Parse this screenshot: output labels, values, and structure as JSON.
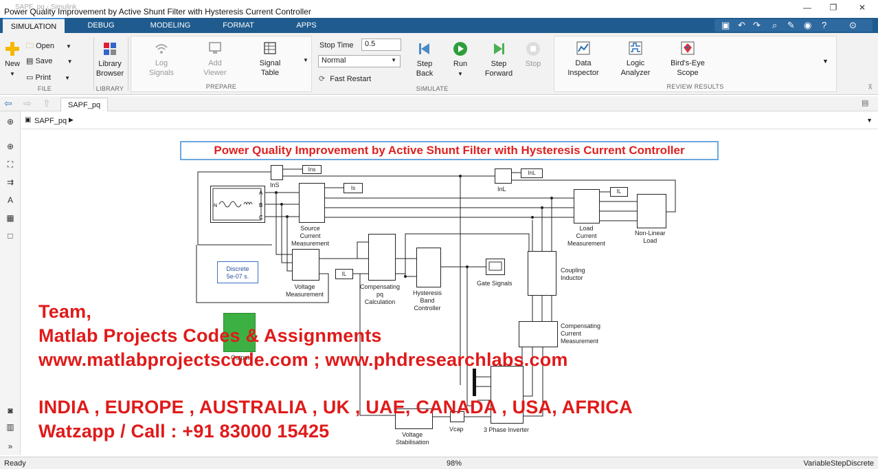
{
  "window": {
    "title": "Power Quality Improvement by Active Shunt Filter with Hysteresis Current Controller",
    "ghost_title": "SAPF_pq - Simulink"
  },
  "tabs": [
    {
      "label": "SIMULATION"
    },
    {
      "label": "DEBUG"
    },
    {
      "label": "MODELING"
    },
    {
      "label": "FORMAT"
    },
    {
      "label": "APPS"
    }
  ],
  "ribbon": {
    "file": {
      "label": "FILE",
      "new": "New",
      "open": "Open",
      "save": "Save",
      "print": "Print"
    },
    "library": {
      "label": "LIBRARY",
      "browser_l1": "Library",
      "browser_l2": "Browser"
    },
    "prepare": {
      "label": "PREPARE",
      "log_l1": "Log",
      "log_l2": "Signals",
      "add_l1": "Add",
      "add_l2": "Viewer",
      "sig_l1": "Signal",
      "sig_l2": "Table"
    },
    "simulate": {
      "label": "SIMULATE",
      "stop_time_label": "Stop Time",
      "stop_time_value": "0.5",
      "mode": "Normal",
      "fast_restart": "Fast Restart",
      "step_back_l1": "Step",
      "step_back_l2": "Back",
      "run": "Run",
      "step_fwd_l1": "Step",
      "step_fwd_l2": "Forward",
      "stop": "Stop"
    },
    "review": {
      "label": "REVIEW RESULTS",
      "data_l1": "Data",
      "data_l2": "Inspector",
      "logic_l1": "Logic",
      "logic_l2": "Analyzer",
      "bird_l1": "Bird's-Eye",
      "bird_l2": "Scope"
    }
  },
  "doc_tab": "SAPF_pq",
  "breadcrumb": "SAPF_pq",
  "diagram": {
    "title": "Power Quality Improvement by Active Shunt Filter with Hysteresis Current Controller",
    "blocks": {
      "ins": "InS",
      "ins_tag": "Ins",
      "is_tag": "Is",
      "inl": "InL",
      "inl_tag": "InL",
      "il_tag": "IL",
      "il_tag2": "IL",
      "src_l1": "Source",
      "src_l2": "Current",
      "src_l3": "Measurement",
      "load_l1": "Load",
      "load_l2": "Current",
      "load_l3": "Measurement",
      "nonlin_l1": "Non-Linear",
      "nonlin_l2": "Load",
      "volt_l1": "Voltage",
      "volt_l2": "Measurement",
      "discrete_l1": "Discrete",
      "discrete_l2": "5e-07 s.",
      "comp_l1": "Compensating",
      "comp_l2": "pq",
      "comp_l3": "Calculation",
      "hyst_l1": "Hysteresis",
      "hyst_l2": "Band",
      "hyst_l3": "Controller",
      "gate": "Gate Signals",
      "coupling_l1": "Coupling",
      "coupling_l2": "Inductor",
      "compm_l1": "Compensating",
      "compm_l2": "Current",
      "compm_l3": "Measurement",
      "inverter": "3 Phase Inverter",
      "vstab_l1": "Voltage",
      "vstab_l2": "Stabilisation",
      "vcap": "Vcap",
      "output": "Output"
    }
  },
  "overlay": {
    "line1": "Team,",
    "line2": "Matlab Projects Codes & Assignments",
    "line3": "www.matlabprojectscode.com ; www.phdresearchlabs.com",
    "line4": "INDIA , EUROPE , AUSTRALIA , UK , UAE, CANADA , USA, AFRICA",
    "line5": "Watzapp / Call : +91 83000 15425"
  },
  "status": {
    "left": "Ready",
    "zoom": "98%",
    "solver": "VariableStepDiscrete"
  },
  "colors": {
    "tabbar": "#1f5b8e",
    "overlay_text": "#e01a1a",
    "title_border": "#6aa7e0",
    "run_green": "#2e9e3a"
  }
}
